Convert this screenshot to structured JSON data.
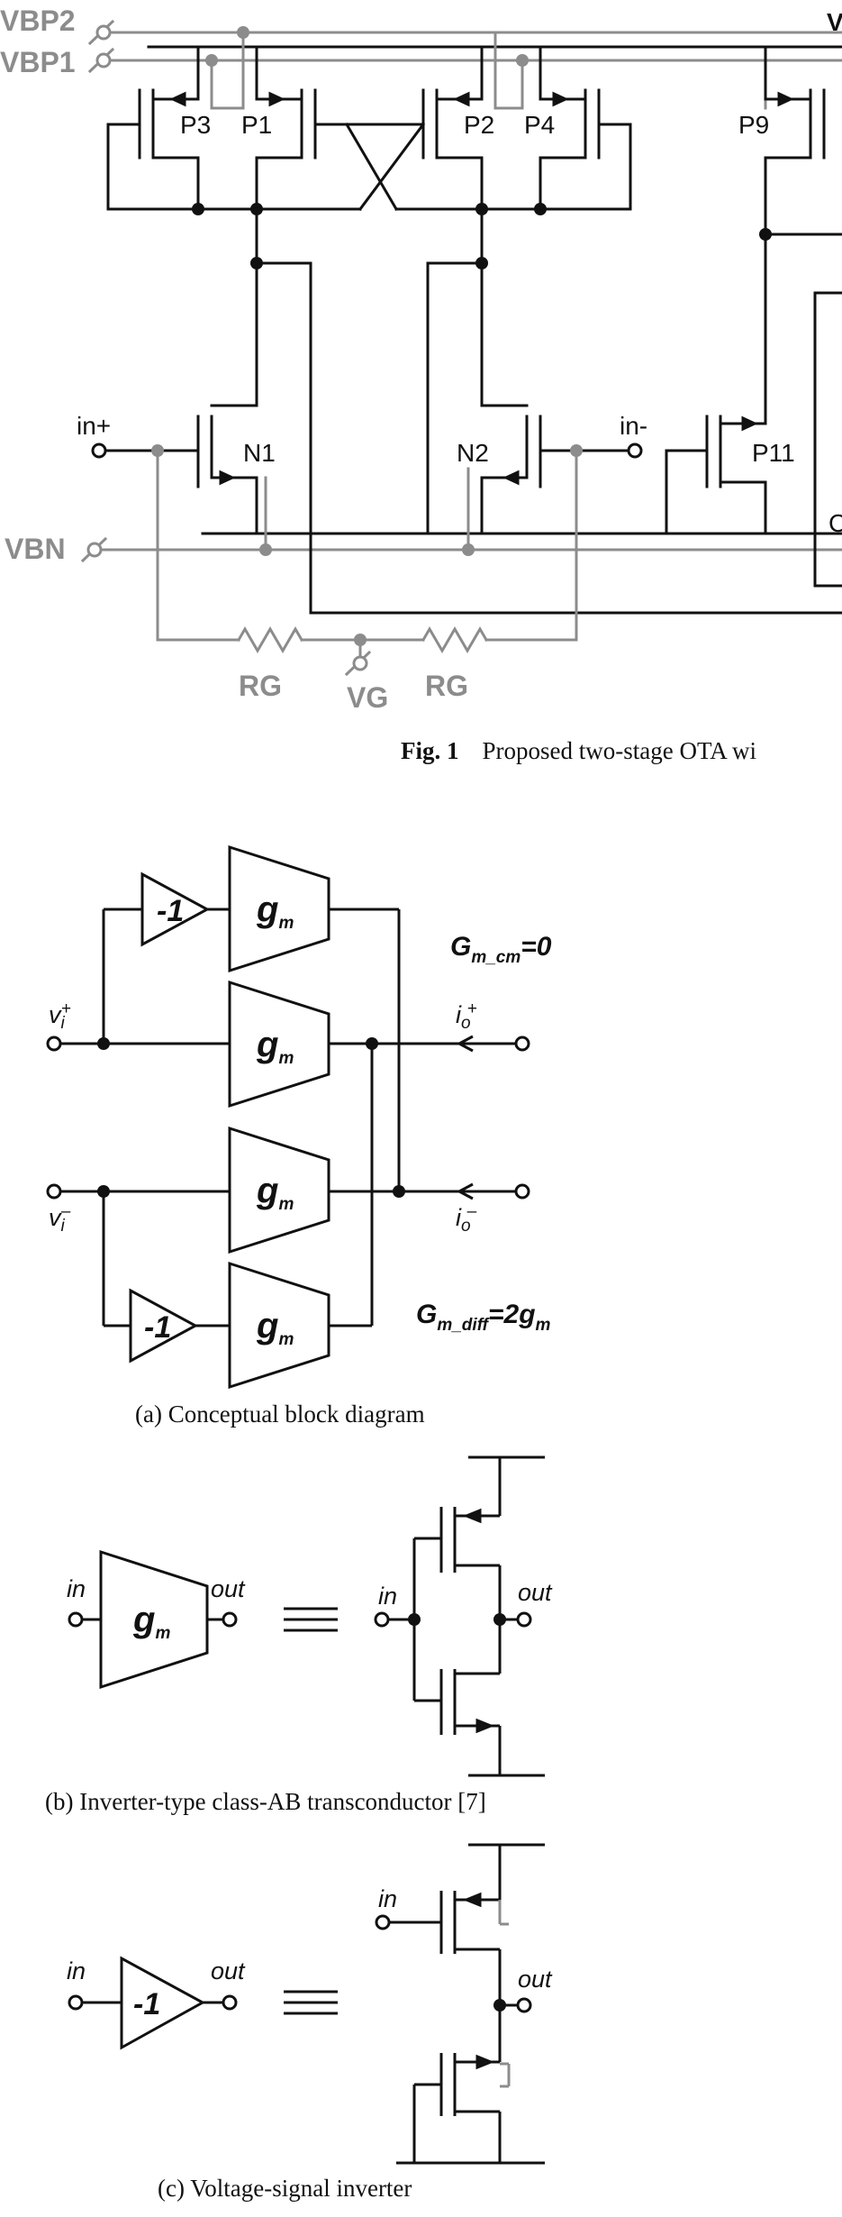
{
  "fig1": {
    "labels": {
      "vbp2": "VBP2",
      "vbp1": "VBP1",
      "vbn": "VBN",
      "p3": "P3",
      "p1": "P1",
      "p2": "P2",
      "p4": "P4",
      "p9": "P9",
      "n1": "N1",
      "n2": "N2",
      "p11": "P11",
      "in_plus": "in+",
      "in_minus": "in-",
      "rg_left": "RG",
      "rg_right": "RG",
      "vg": "VG",
      "edge_v": "V",
      "edge_c": "C"
    },
    "caption_bold": "Fig. 1",
    "caption_text": "Proposed two-stage OTA wi"
  },
  "fig_a": {
    "gm_label": "g",
    "gm_sub": "m",
    "neg_one": "-1",
    "vi_plus": "v",
    "vi_plus_sub": "i",
    "vi_plus_sup": "+",
    "vi_minus": "v",
    "vi_minus_sub": "i",
    "vi_minus_sup": "–",
    "io_plus": "i",
    "io_plus_sub": "o",
    "io_plus_sup": "+",
    "io_minus": "i",
    "io_minus_sub": "o",
    "io_minus_sup": "–",
    "gm_cm_main": "G",
    "gm_cm_sub": "m_cm",
    "gm_cm_val": "=0",
    "gm_diff_main": "G",
    "gm_diff_sub": "m_diff",
    "gm_diff_val": "=2g",
    "gm_diff_val_sub": "m",
    "caption": "(a) Conceptual block diagram"
  },
  "fig_b": {
    "in": "in",
    "out": "out",
    "in_right": "in",
    "out_right": "out",
    "gm_label": "g",
    "gm_sub": "m",
    "caption": "(b) Inverter-type class-AB transconductor [7]"
  },
  "fig_c": {
    "in": "in",
    "out": "out",
    "in_right": "in",
    "out_right": "out",
    "neg_one": "-1",
    "caption": "(c) Voltage-signal inverter"
  }
}
